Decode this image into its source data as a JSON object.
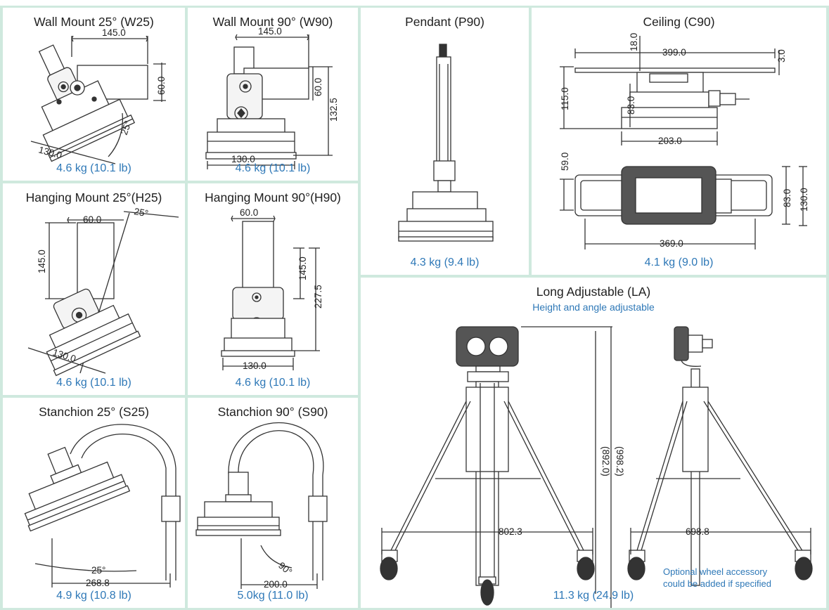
{
  "cells": {
    "w25": {
      "title": "Wall Mount 25° (W25)",
      "weight": "4.6 kg (10.1 lb)",
      "dims": {
        "a": "145.0",
        "b": "60.0",
        "c": "25°",
        "d": "130.0"
      }
    },
    "w90": {
      "title": "Wall Mount 90° (W90)",
      "weight": "4.6 kg (10.1 lb)",
      "dims": {
        "a": "145.0",
        "b": "60.0",
        "c": "132.5",
        "d": "130.0"
      }
    },
    "p90": {
      "title": "Pendant (P90)",
      "weight": "4.3 kg (9.4 lb)"
    },
    "c90": {
      "title": "Ceiling (C90)",
      "weight": "4.1 kg (9.0 lb)",
      "dims": {
        "a": "18.0",
        "b": "399.0",
        "c": "3.0",
        "d": "115.0",
        "e": "83.0",
        "f": "203.0",
        "g": "59.0",
        "h": "83.0",
        "i": "130.0",
        "j": "369.0"
      }
    },
    "h25": {
      "title": "Hanging Mount 25°(H25)",
      "weight": "4.6 kg (10.1 lb)",
      "dims": {
        "a": "60.0",
        "b": "25°",
        "c": "145.0",
        "d": "130.0"
      }
    },
    "h90": {
      "title": "Hanging Mount 90°(H90)",
      "weight": "4.6 kg (10.1 lb)",
      "dims": {
        "a": "60.0",
        "b": "145.0",
        "c": "227.5",
        "d": "130.0"
      }
    },
    "la": {
      "title": "Long Adjustable (LA)",
      "subtitle": "Height and angle adjustable",
      "weight": "11.3 kg (24.9 lb)",
      "note1": "Optional wheel accessory",
      "note2": "could be added if specified",
      "dims": {
        "a": "(892.0)",
        "b": "(998.2)",
        "c": "802.3",
        "d": "698.8"
      }
    },
    "s25": {
      "title": "Stanchion 25° (S25)",
      "weight": "4.9 kg (10.8 lb)",
      "dims": {
        "a": "25°",
        "b": "268.8"
      }
    },
    "s90": {
      "title": "Stanchion 90° (S90)",
      "weight": "5.0kg (11.0 lb)",
      "dims": {
        "a": "90°",
        "b": "200.0"
      }
    }
  },
  "colors": {
    "grid": "#cfe9de",
    "accent": "#2e78b7",
    "line": "#333333"
  }
}
